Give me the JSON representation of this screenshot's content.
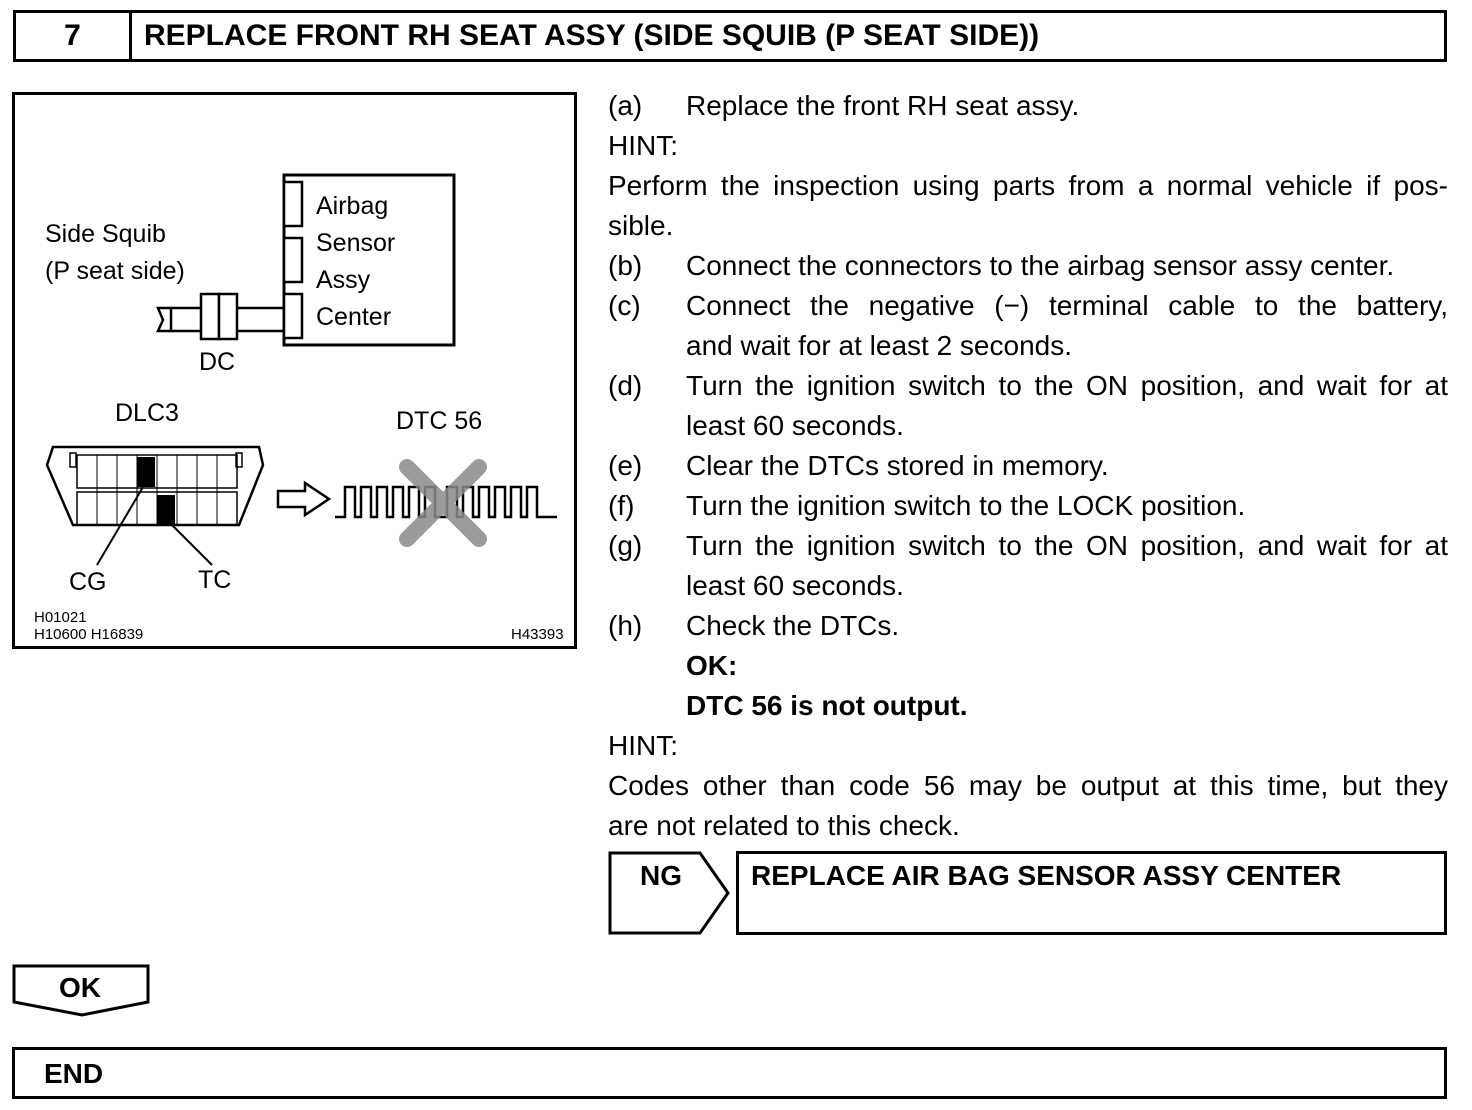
{
  "header": {
    "step_number": "7",
    "title": "REPLACE FRONT RH SEAT ASSY (SIDE SQUIB (P SEAT SIDE))"
  },
  "figure": {
    "squib_label_line1": "Side Squib",
    "squib_label_line2": "(P seat side)",
    "airbag_label": [
      "Airbag",
      "Sensor",
      "Assy",
      "Center"
    ],
    "dc_label": "DC",
    "dlc3_label": "DLC3",
    "dtc_label": "DTC 56",
    "cg_label": "CG",
    "tc_label": "TC",
    "codes_line1": "H01021",
    "codes_line2": "H10600  H16839",
    "code_right": "H43393"
  },
  "steps": {
    "a": {
      "letter": "(a)",
      "text": "Replace the front RH seat assy."
    },
    "hint1_label": "HINT:",
    "hint1_line1": "Perform the inspection using parts from a normal vehicle if pos-",
    "hint1_line2": "sible.",
    "b": {
      "letter": "(b)",
      "text": "Connect the connectors to the airbag sensor assy center."
    },
    "c": {
      "letter": "(c)",
      "line1": "Connect the negative (−) terminal cable to the battery,",
      "line2": "and wait for at least 2 seconds."
    },
    "d": {
      "letter": "(d)",
      "line1": "Turn the ignition switch to the ON position, and wait for at",
      "line2": "least 60 seconds."
    },
    "e": {
      "letter": "(e)",
      "text": "Clear the DTCs stored in memory."
    },
    "f": {
      "letter": "(f)",
      "text": "Turn the ignition switch to the LOCK position."
    },
    "g": {
      "letter": "(g)",
      "line1": "Turn the ignition switch to the ON position, and wait for at",
      "line2": "least 60 seconds."
    },
    "h": {
      "letter": "(h)",
      "text": "Check the DTCs.",
      "ok_label": "OK:",
      "ok_text": "DTC 56 is not output."
    },
    "hint2_label": "HINT:",
    "hint2_line1": "Codes other than code 56 may be output at this time, but they",
    "hint2_line2": "are not related to this check."
  },
  "ng": {
    "label": "NG",
    "action": "REPLACE AIR BAG SENSOR ASSY CENTER"
  },
  "ok": {
    "label": "OK"
  },
  "end": {
    "label": "END"
  }
}
